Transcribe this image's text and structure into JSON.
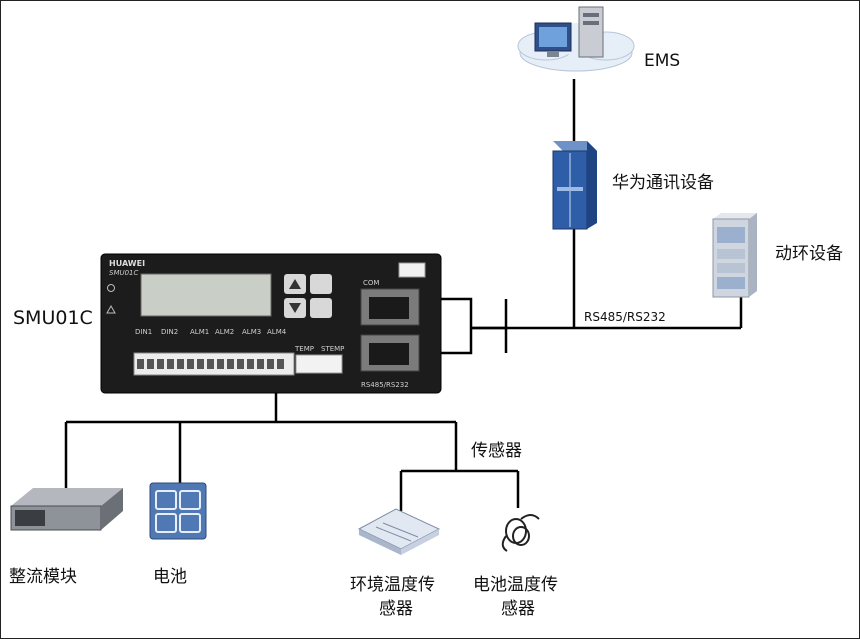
{
  "labels": {
    "ems": "EMS",
    "huawei_comm": "华为通讯设备",
    "env_device": "动环设备",
    "smu": "SMU01C",
    "rs485": "RS485/RS232",
    "sensors": "传感器",
    "rectifier": "整流模块",
    "battery": "电池",
    "env_temp_sensor_l1": "环境温度传",
    "env_temp_sensor_l2": "感器",
    "bat_temp_sensor_l1": "电池温度传",
    "bat_temp_sensor_l2": "感器"
  },
  "device_panel": {
    "brand": "HUAWEI",
    "model": "SMU01C",
    "port_com": "COM",
    "port_rs": "RS485/RS232",
    "din1": "DIN1",
    "din2": "DIN2",
    "alm1": "ALM1",
    "alm2": "ALM2",
    "alm3": "ALM3",
    "alm4": "ALM4",
    "temp": "TEMP",
    "stemp": "STEMP"
  }
}
